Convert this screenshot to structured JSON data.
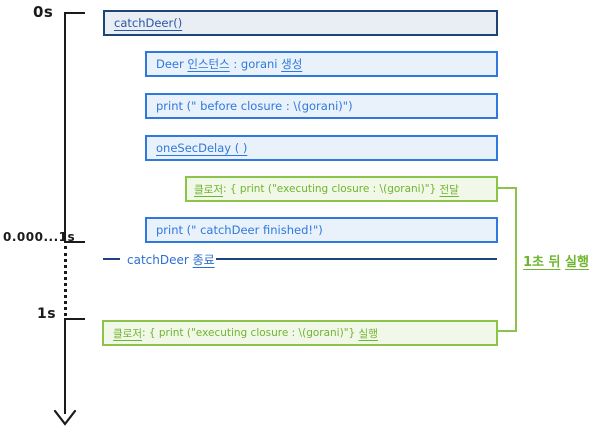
{
  "diagram_title": "catchDeer closure execution timeline",
  "palette": {
    "timeline_black": "#1a1a1a",
    "navy_border": "#1e4476",
    "navy_fill": "#e9edf4",
    "blue_border": "#2e79de",
    "blue_fill": "#e9f1fb",
    "green_border": "#8cc34b",
    "green_fill": "#f1f8e8",
    "green_text": "#6fb52f",
    "rule_navy": "#1c4480"
  },
  "timeline": {
    "t0": "0s",
    "t_tiny": "0.000...1s",
    "t1": "1s"
  },
  "rows": {
    "catchdeer_call": "catchDeer()",
    "deer_instance": {
      "p1": "Deer ",
      "u1": "인스턴스",
      "p2": " : gorani ",
      "u2": "생성"
    },
    "print_before": "print (\" before closure : \\(gorani)\")",
    "one_sec_delay": "oneSecDelay ( )",
    "closure_pass": {
      "u1": "클로저",
      "p1": ": { print (\"executing closure : \\(gorani)\"} ",
      "u2": "전달"
    },
    "print_finished": "print (\" catchDeer finished!\")",
    "catchdeer_end": {
      "p1": "catchDeer ",
      "u1": "종료"
    },
    "closure_exec": {
      "u1": "클로저",
      "p1": ": { print (\"executing closure : \\(gorani)\"} ",
      "u2": "실행"
    },
    "delay_note": {
      "u1": "1초 뒤",
      "sep": " ",
      "u2": "실행"
    }
  }
}
